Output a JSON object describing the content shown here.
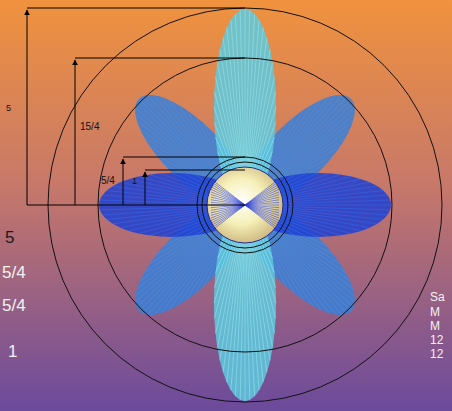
{
  "diagram": {
    "labels": [
      "5",
      "15/4",
      "5/4",
      "1",
      "5",
      "5/4",
      "5/4",
      "1",
      "Sa",
      "M",
      "M",
      "12",
      "12"
    ]
  }
}
